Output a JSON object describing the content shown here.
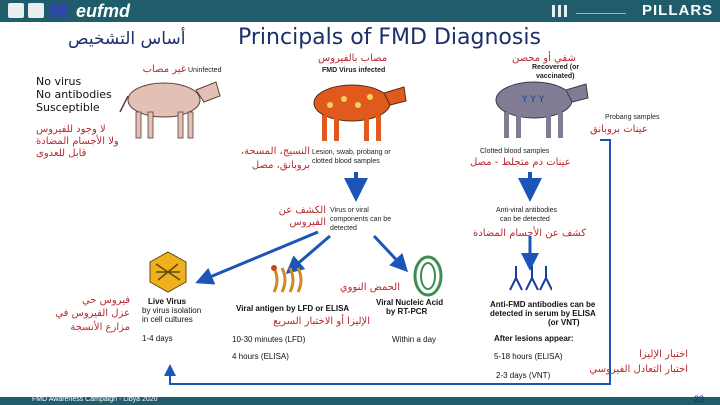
{
  "header": {
    "title_ar": "أساس التشخيص",
    "title_en": "Principals of FMD Diagnosis",
    "brand_left": "eufmd",
    "brand_right": "PILLARS",
    "bar_color": "#1f5d6d",
    "title_color": "#1b2f6b",
    "accent_red": "#b8292f"
  },
  "uninfected": {
    "label_en": "Uninfected",
    "label_ar": "غير مصاب",
    "lines": [
      "No virus",
      "No antibodies",
      "Susceptible"
    ],
    "ar_line1": "لا وجود للفيروس",
    "ar_line2": "ولا الأجسام المضادة",
    "ar_line3": "قابل للعدوى"
  },
  "infected": {
    "label_ar": "مصاب بالفيروس",
    "label_en": "FMD Virus infected",
    "samples_en_1": "Lesion, swab, probang or",
    "samples_en_2": "clotted blood samples",
    "samples_ar_1": "النسيج، المسحة،",
    "samples_ar_2": "بروبانق، مصل",
    "detect_ar": "الكشف عن الفيروس",
    "detect_en_1": "Virus or viral",
    "detect_en_2": "components can be",
    "detect_en_3": "detected"
  },
  "recovered": {
    "label_ar": "شفي أو محصن",
    "label_en_1": "Recovered (or",
    "label_en_2": "vaccinated)",
    "probang_en": "Probang samples",
    "probang_ar": "عينات بروبانق",
    "clotted_en": "Clotted blood samples",
    "clotted_ar": "عينات دم متجلط - مصل",
    "antibody_en_1": "Anti-viral antibodies",
    "antibody_en_2": "can be detected",
    "antibody_ar": "كشف عن الأجسام المضادة"
  },
  "methods": {
    "live_ar_1": "فيروس حي",
    "live_ar_2": "عزل الفيروس في",
    "live_ar_3": "مزارع الأنسجة",
    "live_en_1": "Live Virus",
    "live_en_2": "by virus isolation",
    "live_en_3": "in cell cultures",
    "live_days": "1-4 days",
    "antigen_en": "Viral antigen by LFD or ELISA",
    "antigen_ar": "الإليزا أو الاختبار السريع",
    "antigen_time_1": "10-30 minutes (LFD)",
    "antigen_time_2": "4 hours (ELISA)",
    "nucleic_ar": "الحمض النووي",
    "nucleic_en_1": "Viral Nucleic Acid",
    "nucleic_en_2": "by RT-PCR",
    "nucleic_time": "Within a day",
    "anti_en_1": "Anti-FMD antibodies can be",
    "anti_en_2": "detected in serum by ELISA",
    "anti_en_3": "(or VNT)",
    "after_lesions": "After lesions appear:",
    "elisa_time": "5-18 hours (ELISA)",
    "vnt_time": "2-3 days (VNT)",
    "elisa_ar": "اختبار الإليزا",
    "vnt_ar": "اختبار التعادل الفيروسي"
  },
  "footer": {
    "campaign": "FMD Awareness Campaign - Libya 2020",
    "page": "23"
  }
}
